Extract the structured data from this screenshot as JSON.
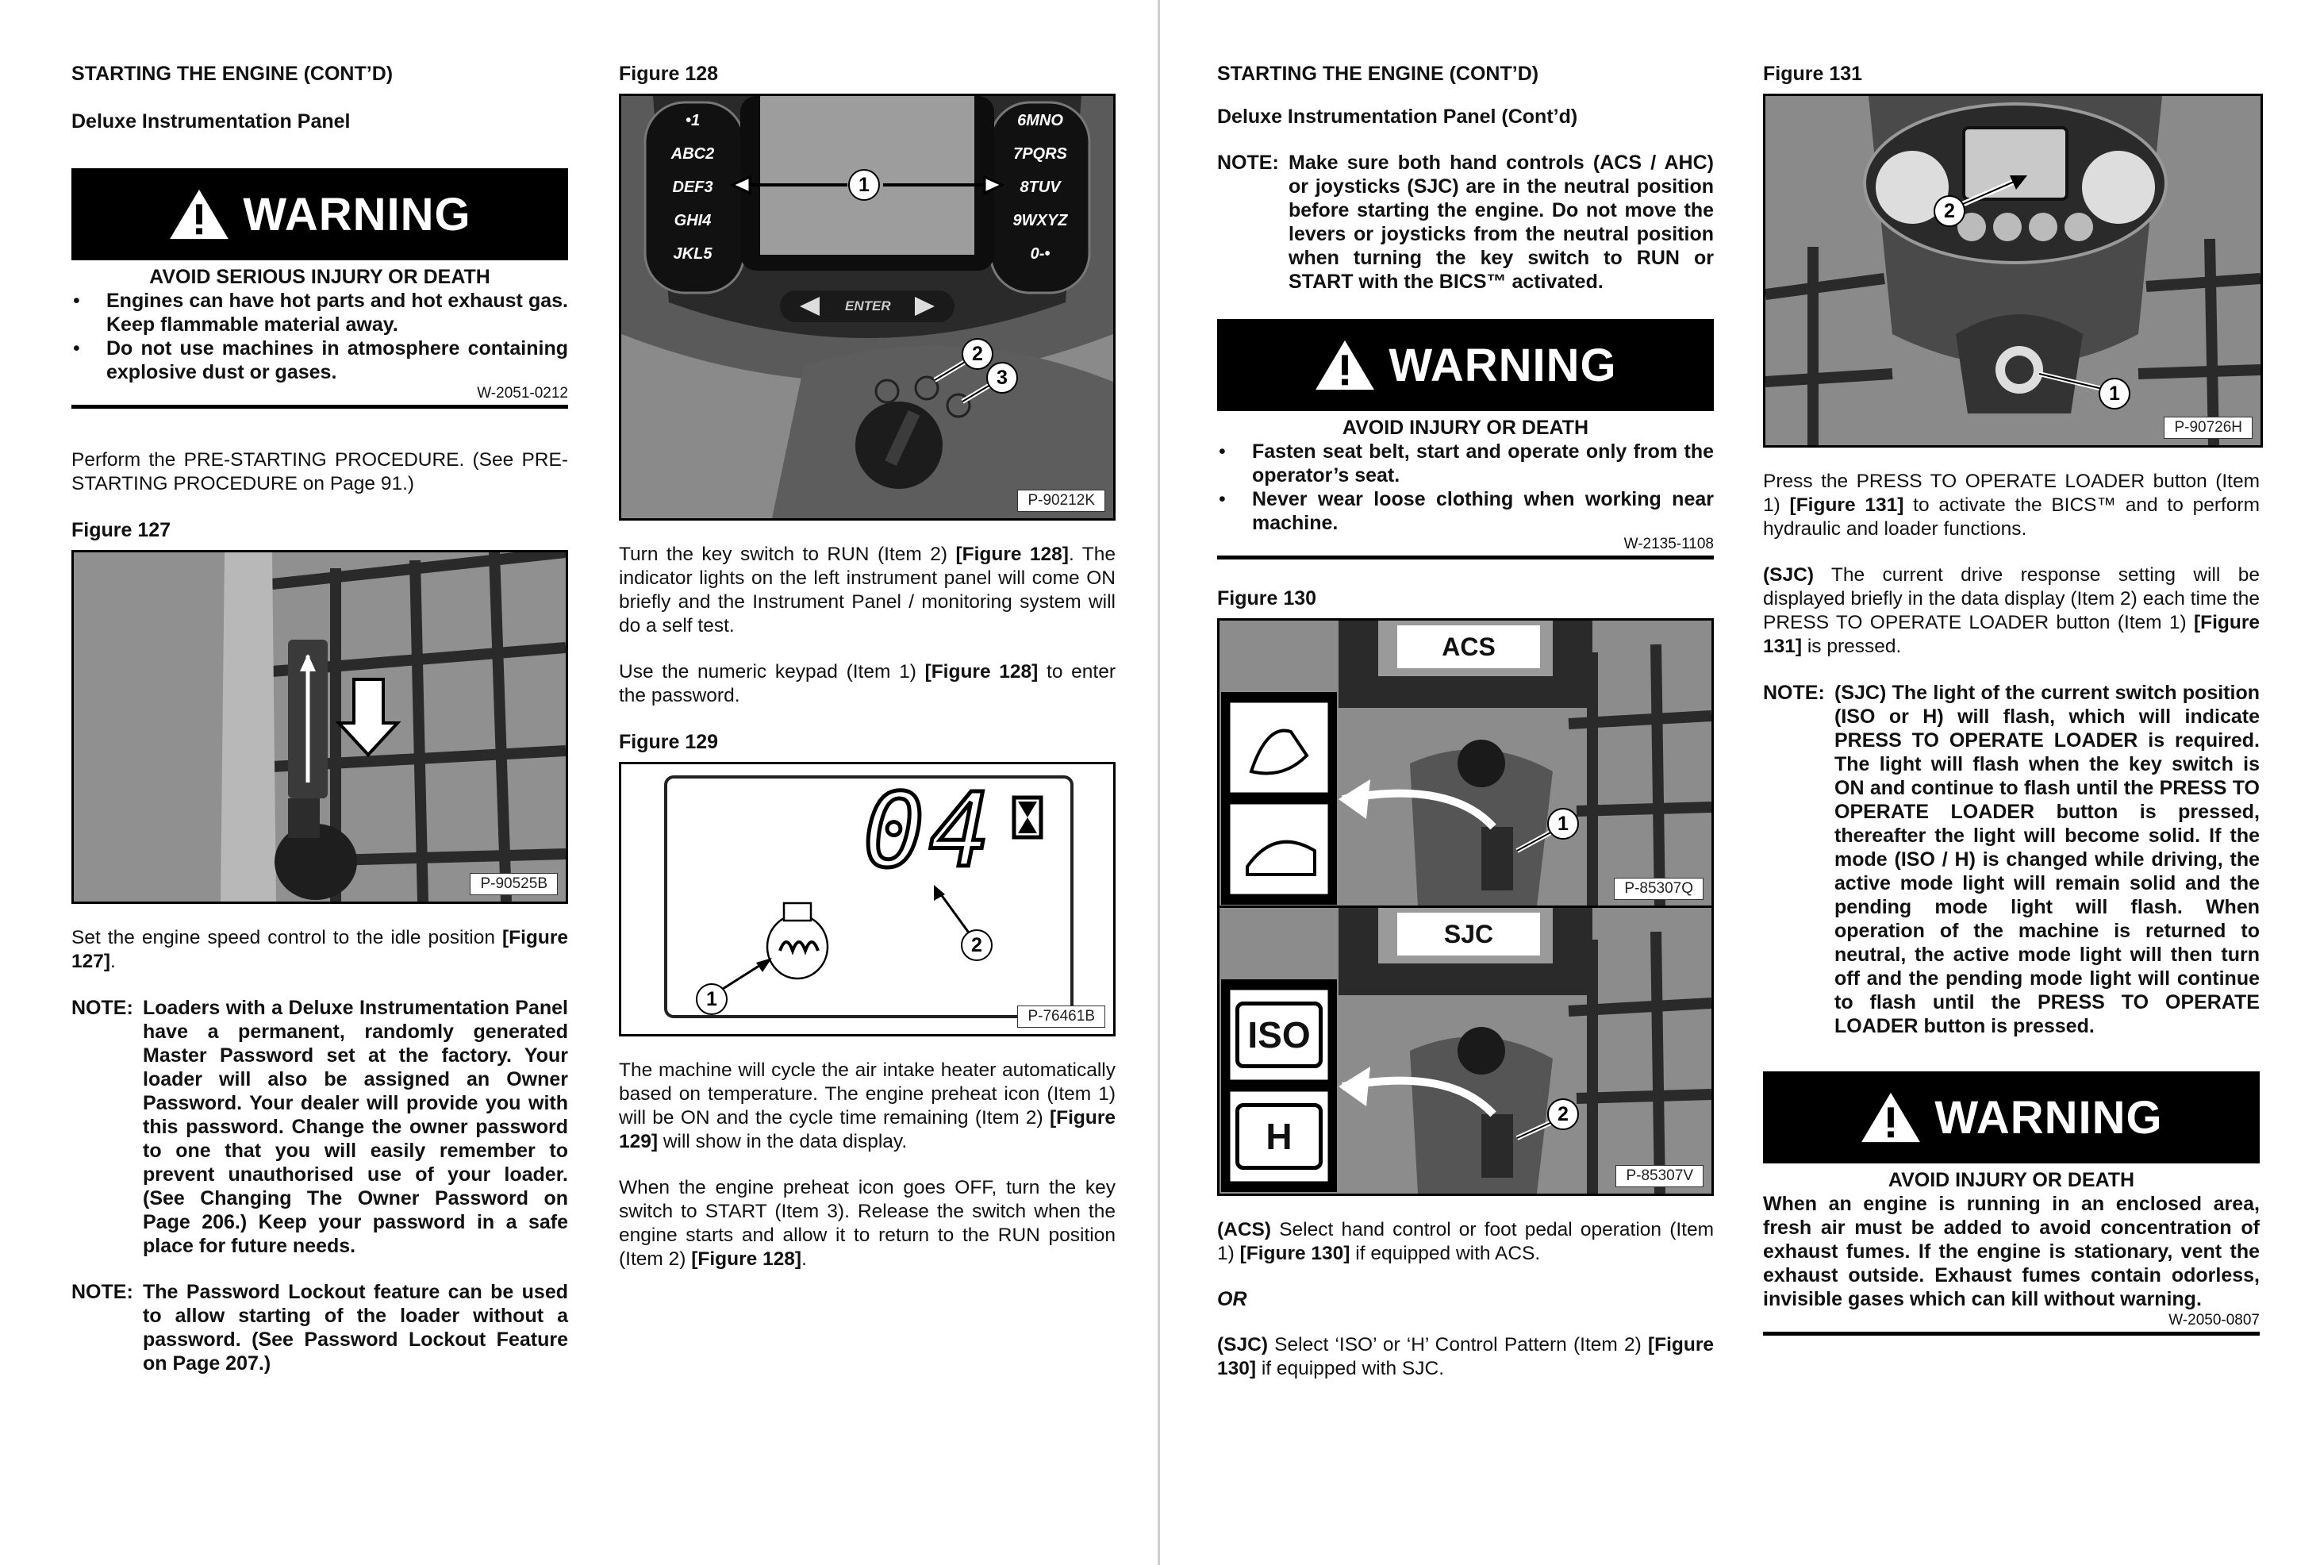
{
  "left": {
    "col1": {
      "section_title": "STARTING THE ENGINE (CONT’D)",
      "subsection_title": "Deluxe Instrumentation Panel",
      "warning": {
        "word": "WARNING",
        "heading": "AVOID SERIOUS INJURY OR DEATH",
        "items": [
          "Engines can have hot parts and hot exhaust gas. Keep flammable material away.",
          "Do not use machines in atmosphere containing explosive dust or gases."
        ],
        "code": "W-2051-0212"
      },
      "para_prestart": "Perform the PRE-STARTING PROCEDURE. (See PRE-STARTING PROCEDURE on Page 91.)",
      "fig127": {
        "title": "Figure 127",
        "code": "P-90525B"
      },
      "para_idle": {
        "text": "Set the engine speed control to the idle position ",
        "ref": "[Figure 127]",
        "end": "."
      },
      "note1": {
        "label": "NOTE:",
        "text": "Loaders with a Deluxe Instrumentation Panel have a permanent, randomly generated Master Password set at the factory. Your loader will also be assigned an Owner Password. Your dealer will provide you with this password. Change the owner password to one that you will easily remember to prevent unauthorised use of your loader. (See Changing The Owner Password on Page 206.) Keep your password in a safe place for future needs."
      },
      "note2": {
        "label": "NOTE:",
        "text": "The Password Lockout feature can be used to allow starting of the loader without a password. (See Password Lockout Feature on Page 207.)"
      }
    },
    "col2": {
      "fig128": {
        "title": "Figure 128",
        "code": "P-90212K",
        "keys_left": [
          "•1",
          "ABC2",
          "DEF3",
          "GHI4",
          "JKL5"
        ],
        "keys_right": [
          "6MNO",
          "7PQRS",
          "8TUV",
          "9WXYZ",
          "0-•"
        ],
        "enter": "ENTER",
        "callouts": [
          "1",
          "2",
          "3"
        ]
      },
      "para_run": {
        "text": "Turn the key switch to RUN (Item 2) ",
        "ref": "[Figure 128]",
        "rest": ". The indicator lights on the left instrument panel will come ON briefly and the Instrument Panel / monitoring system will do a self test."
      },
      "para_keypad": {
        "text": "Use the numeric keypad (Item 1) ",
        "ref": "[Figure 128]",
        "rest": " to enter the password."
      },
      "fig129": {
        "title": "Figure 129",
        "code": "P-76461B",
        "display": "04",
        "callouts": [
          "1",
          "2"
        ]
      },
      "para_heater": {
        "text": "The machine will cycle the air intake heater automatically based on temperature. The engine preheat icon (Item 1) will be ON and the cycle time remaining (Item 2) ",
        "ref": "[Figure 129]",
        "rest": " will show in the data display."
      },
      "para_start": {
        "text": "When the engine preheat icon goes OFF, turn the key switch to START (Item 3). Release the switch when the engine starts and allow it to return to the RUN position (Item 2) ",
        "ref": "[Figure 128]",
        "rest": "."
      }
    }
  },
  "right": {
    "col1": {
      "section_title": "STARTING THE ENGINE (CONT’D)",
      "subsection_title": "Deluxe Instrumentation Panel (Cont’d)",
      "note": {
        "label": "NOTE:",
        "text": "Make sure both hand controls (ACS / AHC) or joysticks (SJC) are in the neutral position before starting the engine. Do not move the levers or joysticks from the neutral position when turning the key switch to RUN or START with the BICS™ activated."
      },
      "warning": {
        "word": "WARNING",
        "heading": "AVOID INJURY OR DEATH",
        "items": [
          "Fasten seat belt, start and operate only from the operator’s seat.",
          "Never wear loose clothing when working near machine."
        ],
        "code": "W-2135-1108"
      },
      "fig130": {
        "title": "Figure 130",
        "top": {
          "label": "ACS",
          "code": "P-85307Q",
          "callout": "1"
        },
        "bottom": {
          "label": "SJC",
          "code": "P-85307V",
          "callout": "2",
          "iso": "ISO",
          "h": "H"
        }
      },
      "para_acs": {
        "lead": "(ACS)",
        "text": " Select hand control or foot pedal operation (Item 1) ",
        "ref": "[Figure 130]",
        "rest": " if equipped with ACS."
      },
      "or": "OR",
      "para_sjc": {
        "lead": "(SJC)",
        "text": " Select ‘ISO’ or ‘H’ Control Pattern (Item 2) ",
        "ref": "[Figure 130]",
        "rest": " if equipped with SJC."
      }
    },
    "col2": {
      "fig131": {
        "title": "Figure 131",
        "code": "P-90726H",
        "callouts": [
          "2",
          "1"
        ]
      },
      "para_press": {
        "text": "Press the PRESS TO OPERATE LOADER button (Item 1) ",
        "ref": "[Figure 131]",
        "rest": " to activate the BICS™ and to perform hydraulic and loader functions."
      },
      "para_sjc": {
        "lead": "(SJC)",
        "text": " The current drive response setting will be displayed briefly in the data display (Item 2) each time the PRESS TO OPERATE LOADER button (Item 1) ",
        "ref": "[Figure 131]",
        "rest": " is pressed."
      },
      "note": {
        "label": "NOTE:",
        "text": "(SJC) The light of the current switch position (ISO or H) will flash, which will indicate PRESS TO OPERATE LOADER is required. The light will flash when the key switch is ON and continue to flash until the PRESS TO OPERATE LOADER button is pressed, thereafter the light will become solid. If the mode (ISO / H) is changed while driving, the active mode light will remain solid and the pending mode light will flash. When operation of the machine is returned to neutral, the active mode light will then turn off and the pending mode light will continue to flash until the PRESS TO OPERATE LOADER button is pressed."
      },
      "warning": {
        "word": "WARNING",
        "heading": "AVOID INJURY OR DEATH",
        "text": "When an engine is running in an enclosed area, fresh air must be added to avoid concentration of exhaust fumes. If the engine is stationary, vent the exhaust outside. Exhaust fumes contain odorless, invisible gases which can kill without warning.",
        "code": "W-2050-0807"
      }
    }
  }
}
